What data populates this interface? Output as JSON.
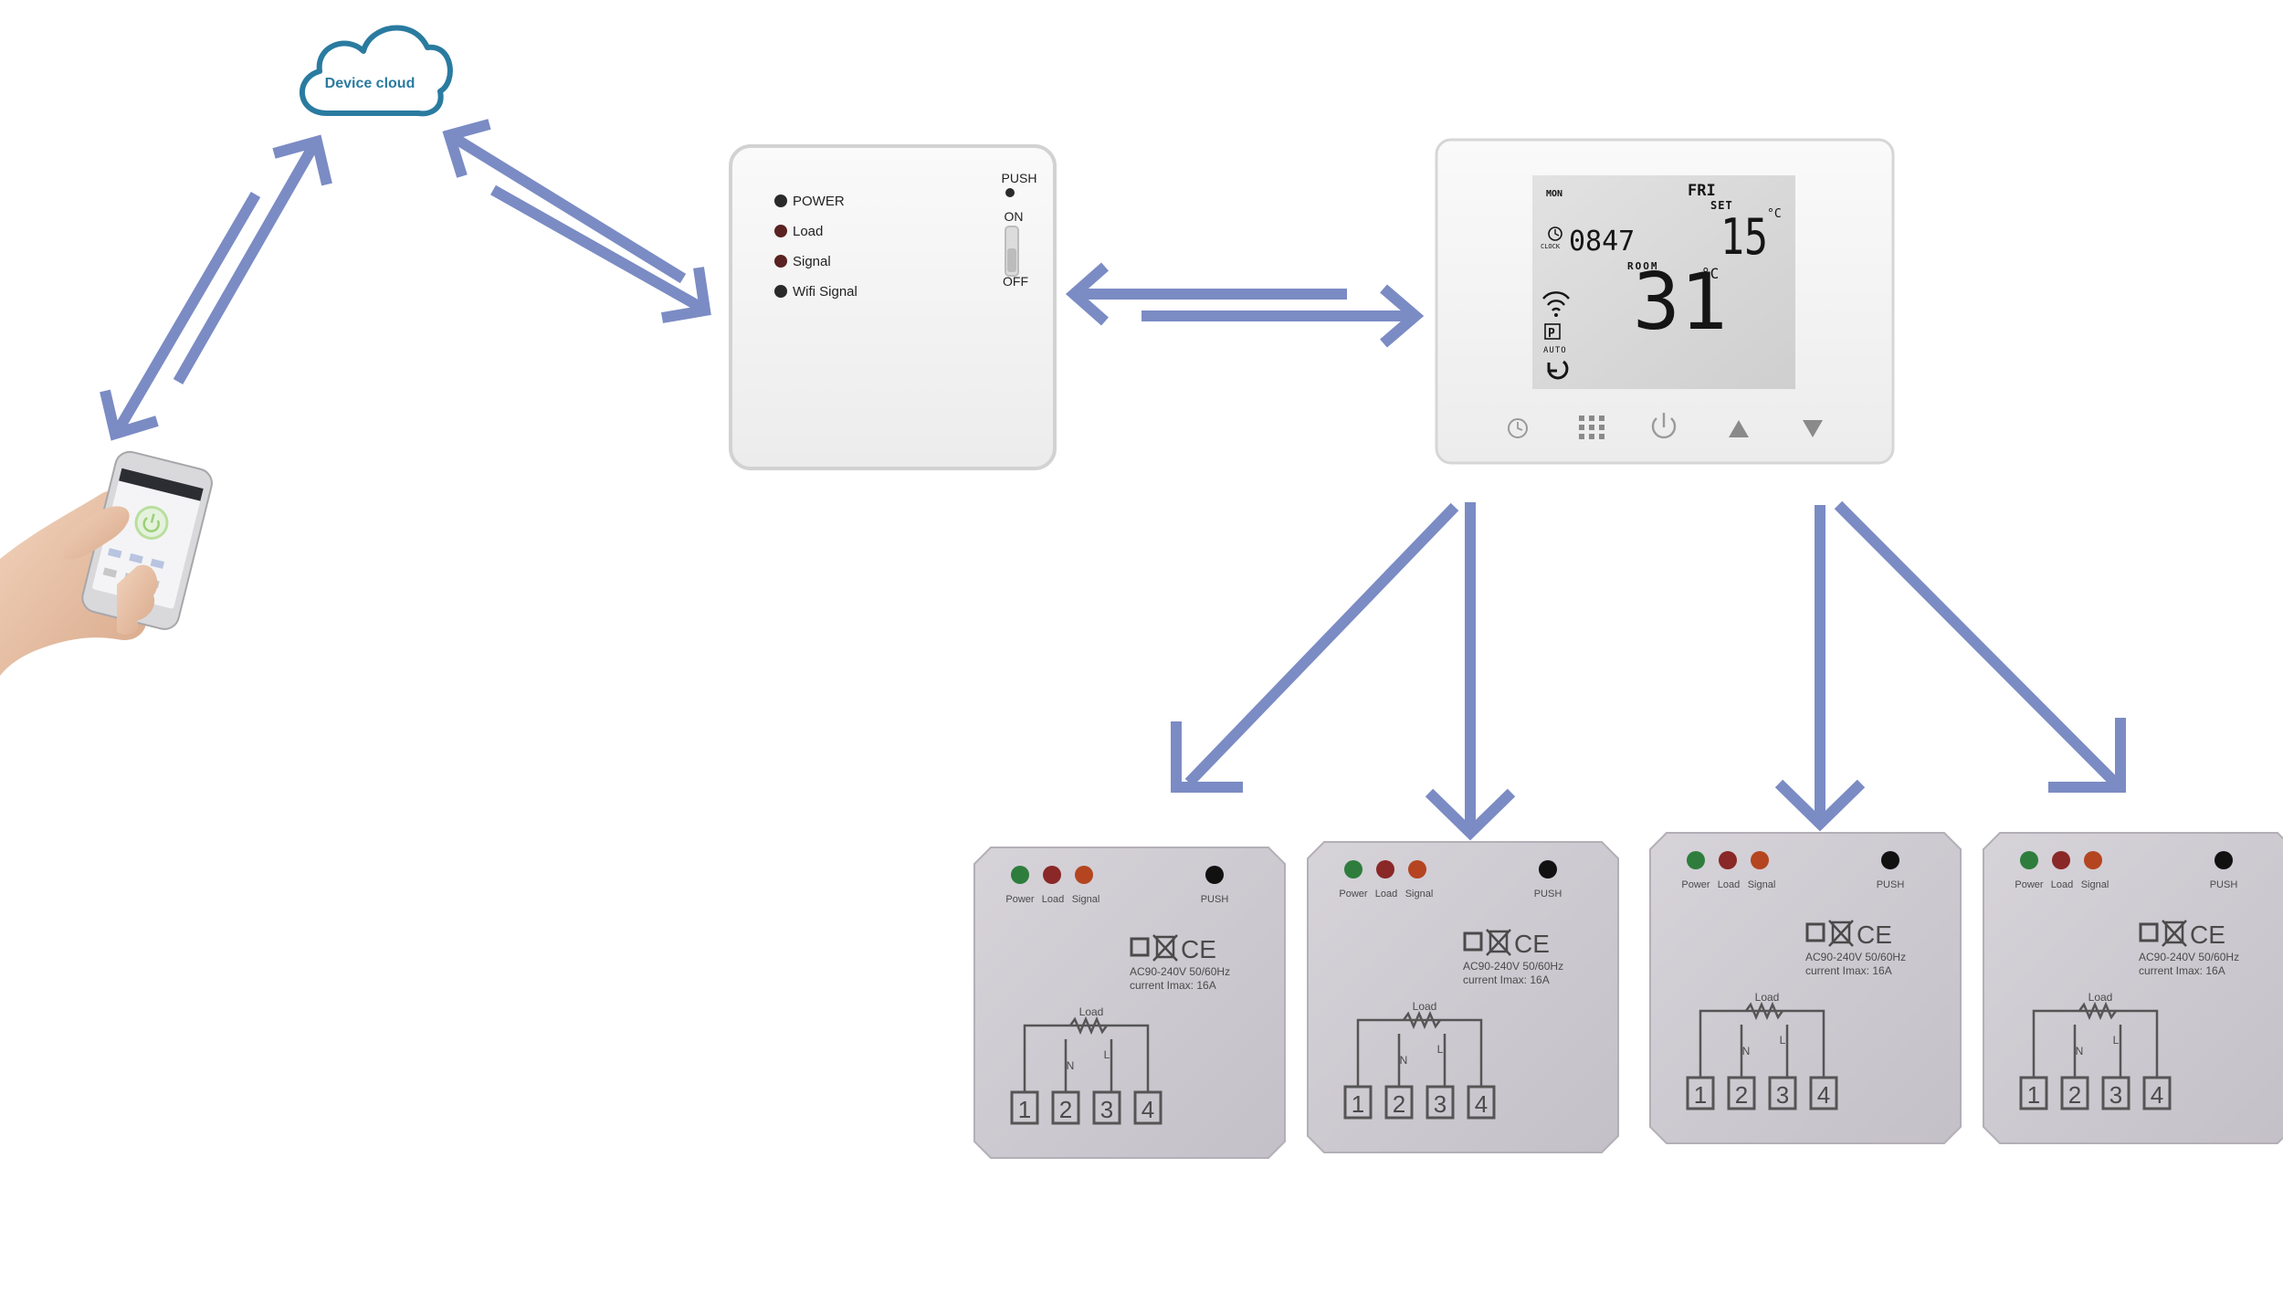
{
  "cloud": {
    "label": "Device cloud",
    "color": "#2a7ba0"
  },
  "arrow_color": "#7b8bc4",
  "gateway": {
    "leds": [
      {
        "label": "POWER",
        "color": "#2a2a2a"
      },
      {
        "label": "Load",
        "color": "#5a2222"
      },
      {
        "label": "Signal",
        "color": "#5a2222"
      },
      {
        "label": "Wifi Signal",
        "color": "#2a2a2a"
      }
    ],
    "push_label": "PUSH",
    "on_label": "ON",
    "off_label": "OFF"
  },
  "thermostat": {
    "day_left": "MON",
    "day_right": "FRI",
    "set_label": "SET",
    "set_temp": "15",
    "unit": "°C",
    "clock_label": "CLOCK",
    "clock_value": "0847",
    "room_label": "ROOM",
    "room_temp": "31",
    "auto_label": "AUTO",
    "p_label": "P",
    "buttons": [
      "clock-button",
      "menu-button",
      "power-button",
      "up-button",
      "down-button"
    ]
  },
  "receiver": {
    "led_labels": [
      "Power",
      "Load",
      "Signal"
    ],
    "push_label": "PUSH",
    "ce_mark": "CE",
    "spec_line1": "AC90-240V 50/60Hz",
    "spec_line2": "current Imax: 16A",
    "load_label": "Load",
    "n_label": "N",
    "l_label": "L",
    "terminals": [
      "1",
      "2",
      "3",
      "4"
    ]
  }
}
